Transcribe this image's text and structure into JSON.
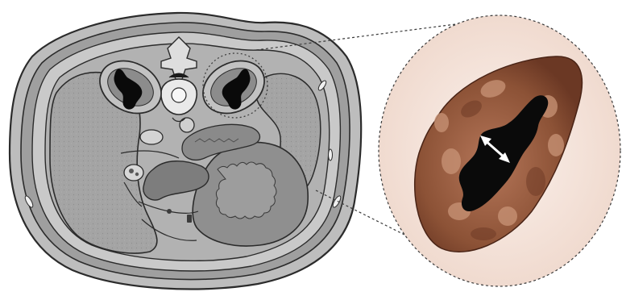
{
  "figure": {
    "cross_section": {
      "organs": [
        "body-wall",
        "spine",
        "left-kidney",
        "right-kidney",
        "liver",
        "stomach",
        "pancreas",
        "intestine",
        "aorta",
        "vena-cava"
      ]
    },
    "magnified_view": {
      "subject": "kidney",
      "indicator": "double-arrow"
    },
    "colors": {
      "section_fill": "#a6a6a6",
      "section_dark": "#7f7f7f",
      "section_light": "#dcdcdc",
      "outline": "#2b2b2b",
      "kidney_tissue": "#8c5236",
      "kidney_dark": "#5e3020",
      "kidney_light": "#c99477",
      "lumen": "#0a0a0a",
      "circle_bg": "#f6e7df"
    }
  }
}
